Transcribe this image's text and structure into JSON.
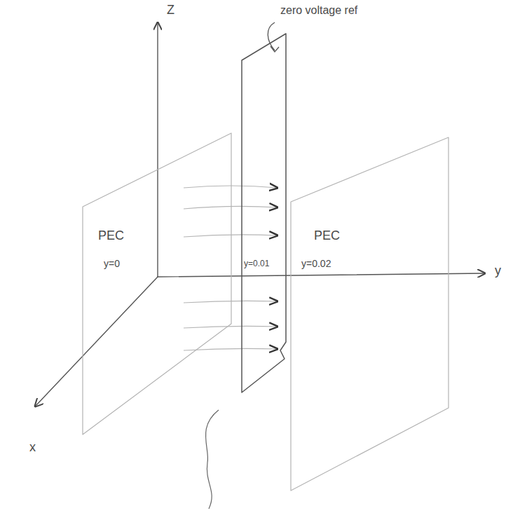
{
  "diagram": {
    "nodes": [
      {
        "text": [
          "PEC",
          "y=0"
        ]
      },
      {
        "text": [
          "y=0.01"
        ]
      },
      {
        "text": [
          "PEC",
          "y=0.02"
        ]
      }
    ],
    "labels": [
      "zero voltage ref",
      "Z",
      "y",
      "x"
    ]
  }
}
